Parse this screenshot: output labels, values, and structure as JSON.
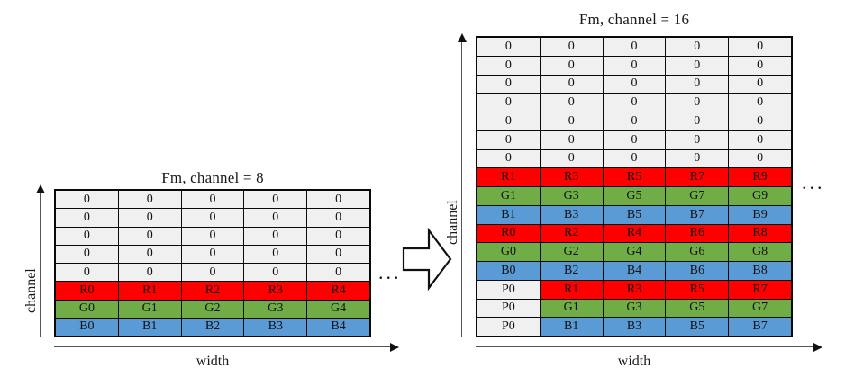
{
  "figure": {
    "kind": "feature-map-channel-packing-diagram"
  },
  "colors": {
    "red": "#ff0000",
    "green": "#70ad47",
    "blue": "#5b9bd5",
    "zero": "#f0f0f0",
    "border": "#0a0a0a"
  },
  "left": {
    "title": "Fm, channel = 8",
    "y_axis_label": "channel",
    "x_axis_label": "width",
    "ellipsis": "...",
    "rows": [
      {
        "type": "zero",
        "cells": [
          "0",
          "0",
          "0",
          "0",
          "0"
        ]
      },
      {
        "type": "zero",
        "cells": [
          "0",
          "0",
          "0",
          "0",
          "0"
        ]
      },
      {
        "type": "zero",
        "cells": [
          "0",
          "0",
          "0",
          "0",
          "0"
        ]
      },
      {
        "type": "zero",
        "cells": [
          "0",
          "0",
          "0",
          "0",
          "0"
        ]
      },
      {
        "type": "zero",
        "cells": [
          "0",
          "0",
          "0",
          "0",
          "0"
        ]
      },
      {
        "type": "red",
        "cells": [
          "R0",
          "R1",
          "R2",
          "R3",
          "R4"
        ]
      },
      {
        "type": "green",
        "cells": [
          "G0",
          "G1",
          "G2",
          "G3",
          "G4"
        ]
      },
      {
        "type": "blue",
        "cells": [
          "B0",
          "B1",
          "B2",
          "B3",
          "B4"
        ]
      }
    ]
  },
  "right": {
    "title": "Fm, channel = 16",
    "y_axis_label": "channel",
    "x_axis_label": "width",
    "ellipsis": "...",
    "rows": [
      {
        "type": "zero",
        "cells": [
          "0",
          "0",
          "0",
          "0",
          "0"
        ]
      },
      {
        "type": "zero",
        "cells": [
          "0",
          "0",
          "0",
          "0",
          "0"
        ]
      },
      {
        "type": "zero",
        "cells": [
          "0",
          "0",
          "0",
          "0",
          "0"
        ]
      },
      {
        "type": "zero",
        "cells": [
          "0",
          "0",
          "0",
          "0",
          "0"
        ]
      },
      {
        "type": "zero",
        "cells": [
          "0",
          "0",
          "0",
          "0",
          "0"
        ]
      },
      {
        "type": "zero",
        "cells": [
          "0",
          "0",
          "0",
          "0",
          "0"
        ]
      },
      {
        "type": "zero",
        "cells": [
          "0",
          "0",
          "0",
          "0",
          "0"
        ]
      },
      {
        "type": "red",
        "cells": [
          "R1",
          "R3",
          "R5",
          "R7",
          "R9"
        ]
      },
      {
        "type": "green",
        "cells": [
          "G1",
          "G3",
          "G5",
          "G7",
          "G9"
        ]
      },
      {
        "type": "blue",
        "cells": [
          "B1",
          "B3",
          "B5",
          "B7",
          "B9"
        ]
      },
      {
        "type": "red",
        "cells": [
          "R0",
          "R2",
          "R4",
          "R6",
          "R8"
        ]
      },
      {
        "type": "green",
        "cells": [
          "G0",
          "G2",
          "G4",
          "G6",
          "G8"
        ]
      },
      {
        "type": "blue",
        "cells": [
          "B0",
          "B2",
          "B4",
          "B6",
          "B8"
        ]
      },
      {
        "type": "red",
        "cells": [
          "P0",
          "R1",
          "R3",
          "R5",
          "R7"
        ],
        "first_cell_type": "pad"
      },
      {
        "type": "green",
        "cells": [
          "P0",
          "G1",
          "G3",
          "G5",
          "G7"
        ],
        "first_cell_type": "pad"
      },
      {
        "type": "blue",
        "cells": [
          "P0",
          "B1",
          "B3",
          "B5",
          "B7"
        ],
        "first_cell_type": "pad"
      }
    ]
  },
  "transform_arrow": {
    "name": "right-block-arrow",
    "direction": "right"
  }
}
